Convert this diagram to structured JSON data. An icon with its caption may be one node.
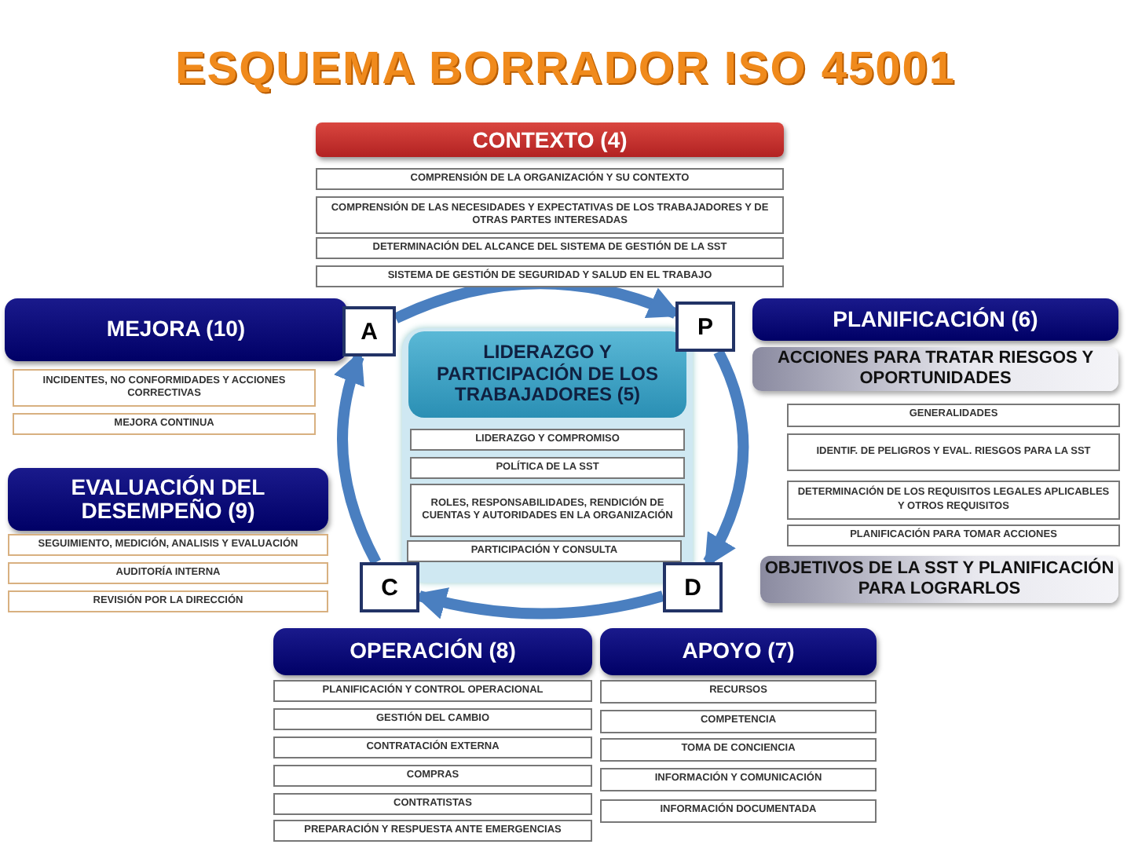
{
  "diagram": {
    "title": "ESQUEMA BORRADOR ISO 45001",
    "nodes": [
      {
        "text": [
          "CONTEXTO (4)"
        ]
      },
      {
        "text": [
          "COMPRENSIÓN DE LA ORGANIZACIÓN Y SU CONTEXTO"
        ]
      },
      {
        "text": [
          "COMPRENSIÓN DE LAS NECESIDADES Y EXPECTATIVAS DE LOS TRABAJADORES Y DE OTRAS PARTES INTERESADAS"
        ]
      },
      {
        "text": [
          "DETERMINACIÓN DEL ALCANCE DEL SISTEMA DE GESTIÓN DE LA SST"
        ]
      },
      {
        "text": [
          "SISTEMA DE GESTIÓN DE SEGURIDAD Y SALUD EN EL TRABAJO"
        ]
      },
      {
        "text": [
          "MEJORA (10)"
        ]
      },
      {
        "text": [
          "INCIDENTES, NO CONFORMIDADES Y ACCIONES CORRECTIVAS"
        ]
      },
      {
        "text": [
          "MEJORA CONTINUA"
        ]
      },
      {
        "text": [
          "EVALUACIÓN DEL DESEMPEÑO (9)"
        ]
      },
      {
        "text": [
          "SEGUIMIENTO, MEDICIÓN, ANALISIS Y EVALUACIÓN"
        ]
      },
      {
        "text": [
          "AUDITORÍA INTERNA"
        ]
      },
      {
        "text": [
          "REVISIÓN POR LA DIRECCIÓN"
        ]
      },
      {
        "text": [
          "A"
        ]
      },
      {
        "text": [
          "LIDERAZGO Y PARTICIPACIÓN DE LOS TRABAJADORES (5)"
        ]
      },
      {
        "text": [
          "LIDERAZGO Y COMPROMISO"
        ],
        "in": 13
      },
      {
        "text": [
          "POLÍTICA DE LA SST"
        ],
        "in": 13
      },
      {
        "text": [
          "ROLES, RESPONSABILIDADES, RENDICIÓN DE CUENTAS Y AUTORIDADES EN LA ORGANIZACIÓN"
        ],
        "in": 13
      },
      {
        "text": [
          "PARTICIPACIÓN Y CONSULTA"
        ],
        "in": 13
      },
      {
        "text": [
          "P"
        ]
      },
      {
        "text": [
          "PLANIFICACIÓN (6)"
        ]
      },
      {
        "text": [
          "ACCIONES PARA TRATAR RIESGOS Y OPORTUNIDADES"
        ]
      },
      {
        "text": [
          "GENERALIDADES"
        ]
      },
      {
        "text": [
          "IDENTIF. DE PELIGROS Y EVAL. RIESGOS PARA LA SST"
        ]
      },
      {
        "text": [
          "DETERMINACIÓN DE LOS REQUISITOS LEGALES APLICABLES Y OTROS REQUISITOS"
        ]
      },
      {
        "text": [
          "PLANIFICACIÓN PARA TOMAR ACCIONES"
        ]
      },
      {
        "text": [
          "OBJETIVOS DE LA SST Y PLANIFICACIÓN PARA LOGRARLOS"
        ]
      },
      {
        "text": [
          "C"
        ]
      },
      {
        "text": [
          "D"
        ]
      },
      {
        "text": [
          "OPERACIÓN (8)"
        ]
      },
      {
        "text": [
          "PLANIFICACIÓN Y CONTROL OPERACIONAL"
        ]
      },
      {
        "text": [
          "GESTIÓN DEL CAMBIO"
        ]
      },
      {
        "text": [
          "CONTRATACIÓN EXTERNA"
        ]
      },
      {
        "text": [
          "COMPRAS"
        ]
      },
      {
        "text": [
          "CONTRATISTAS"
        ]
      },
      {
        "text": [
          "PREPARACIÓN Y RESPUESTA ANTE EMERGENCIAS"
        ]
      },
      {
        "text": [
          "APOYO (7)"
        ]
      },
      {
        "text": [
          "RECURSOS"
        ]
      },
      {
        "text": [
          "COMPETENCIA"
        ]
      },
      {
        "text": [
          "TOMA DE CONCIENCIA"
        ]
      },
      {
        "text": [
          "INFORMACIÓN Y COMUNICACIÓN"
        ]
      },
      {
        "text": [
          "INFORMACIÓN DOCUMENTADA"
        ]
      }
    ],
    "edges": [
      {
        "from": 12,
        "to": 18,
        "arrow": "to"
      },
      {
        "from": 18,
        "to": 27,
        "arrow": "to"
      },
      {
        "from": 27,
        "to": 26,
        "arrow": "to"
      },
      {
        "from": 26,
        "to": 12,
        "arrow": "to"
      }
    ]
  }
}
